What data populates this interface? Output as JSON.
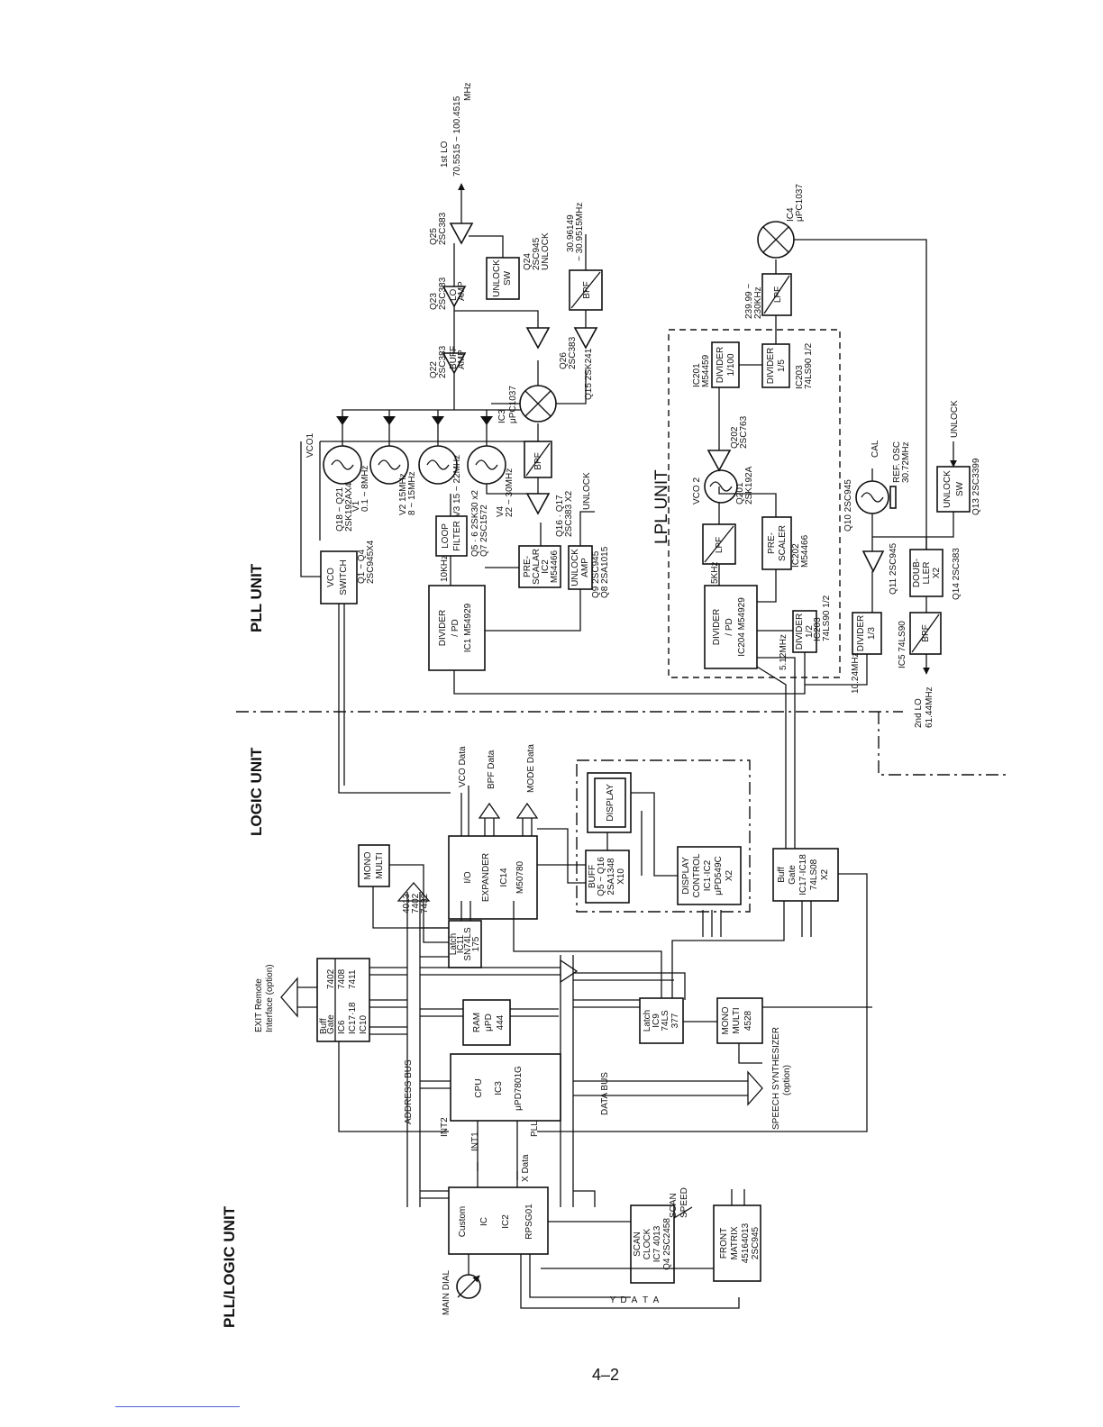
{
  "page_number": "4–2",
  "sections": {
    "pll_logic_unit": "PLL/LOGIC UNIT",
    "logic_unit": "LOGIC UNIT",
    "pll_unit": "PLL UNIT",
    "lpl_unit": "LPL UNIT"
  },
  "blocks": {
    "vco_switch": [
      "VCO",
      "SWITCH"
    ],
    "loop_filter": [
      "LOOP",
      "FILTER"
    ],
    "prescalar": [
      "PRE-",
      "SCALAR",
      "IC2",
      "M54466"
    ],
    "unlock_amp": [
      "UNLOCK",
      "AMP"
    ],
    "divider_pd_ic1": [
      "DIVIDER",
      "/ PD",
      "IC1 M54929"
    ],
    "bpf_upper": "BPF",
    "bpf_mid": "BPF",
    "unlock_sw_upper": [
      "UNLOCK",
      "SW"
    ],
    "lpf_vco2": "LPF",
    "prescaler_ic202": [
      "PRE-",
      "SCALER"
    ],
    "divider_pd_ic204": [
      "DIVIDER",
      "/ PD",
      "IC204 M54929"
    ],
    "divider_ic203": [
      "DIVIDER",
      "1/2"
    ],
    "divider_ic201": [
      "DIVIDER",
      "1/100"
    ],
    "divider_ic203_5": [
      "DIVIDER",
      "1/5"
    ],
    "lpf_ic4": "LPF",
    "divider_ic5": [
      "DIVIDER",
      "1/3"
    ],
    "doubler": [
      "DOUB-",
      "LLER",
      "X2"
    ],
    "bpf_2ndlo": "BPF",
    "unlock_sw_lower": [
      "UNLOCK",
      "SW"
    ],
    "mono_multi_top": [
      "MONO",
      "MULTI"
    ],
    "io_expander": [
      "I/O",
      "EXPANDER",
      "IC14",
      "M50780"
    ],
    "display": "DISPLAY",
    "buff_q5": [
      "BUFF",
      "Q5 ~ Q16",
      "2SA1348",
      "X10"
    ],
    "display_control": [
      "DISPLAY",
      "CONTROL",
      "IC1·IC2",
      "μPD549C",
      "X2"
    ],
    "buff_gate_ic17": [
      "Buff",
      "Gate",
      "IC17·IC18",
      "74LS08",
      "X2"
    ],
    "latch_ic11": [
      "Latch",
      "IC11",
      "SN74LS",
      "175"
    ],
    "buff_gate_ic6": [
      "Buff",
      "Gate",
      "IC6",
      "IC17·18",
      "IC10"
    ],
    "buff_gate_ic6_parts": [
      "7402",
      "7408",
      "7411"
    ],
    "ram": [
      "RAM",
      "μPD",
      "444"
    ],
    "cpu": [
      "CPU",
      "IC3",
      "μPD7801G"
    ],
    "latch_ic9": [
      "Latch",
      "IC9",
      "74LS",
      "377"
    ],
    "mono_multi_bottom": [
      "MONO",
      "MULTI",
      "4528"
    ],
    "custom_ic2": [
      "Custom",
      "IC",
      "IC2",
      "RPSG01"
    ],
    "scan_clock": [
      "SCAN",
      "CLOCK",
      "IC7 4013",
      "Q4 2SC2458"
    ],
    "front_matrix": [
      "FRONT",
      "MATRIX",
      "45164013",
      "2SC945"
    ]
  },
  "labels": {
    "vco1": "VCO1",
    "q1_q4": [
      "Q1 ~ Q4",
      "2SC945X4"
    ],
    "q18_q21": [
      "Q18 ~ Q21",
      "2SK192AX4"
    ],
    "v1": [
      "V1",
      "0.1 ~ 8MHz"
    ],
    "v2": [
      "V2 15MHz",
      "8 ~ 15MHz"
    ],
    "v3": [
      "V3 15 ~ 22MHz"
    ],
    "v4": [
      "V4",
      "22 ~ 30MHz"
    ],
    "ic3_mixer": [
      "IC3",
      "μPC1037"
    ],
    "q22": [
      "Q22",
      "2SC383"
    ],
    "q23": [
      "Q23",
      "2SC383"
    ],
    "q25": [
      "Q25",
      "2SC383"
    ],
    "q24": [
      "Q24",
      "2SC945",
      "UNLOCK"
    ],
    "q26": [
      "Q26",
      "2SC383"
    ],
    "q15": "Q15 2SK241",
    "first_lo": [
      "1st LO",
      "70.5515 ~ 100.4515",
      "MHz"
    ],
    "bpf_freq": [
      "30.96149",
      "~ 30.9515MHz"
    ],
    "buff_amp": [
      "BUFF",
      "AMP"
    ],
    "lo_amp": [
      "LO",
      "AMP"
    ],
    "q5_q6": [
      "Q5 · 6 2SK30 x2",
      "Q7 2SC1572"
    ],
    "q16_q17": [
      "Q16 · Q17",
      "2SC383 X2"
    ],
    "q9_q8": [
      "Q9 2SC945",
      "Q8 2SA1015"
    ],
    "unlock": "UNLOCK",
    "10khz": "10KHz",
    "5khz": "5KHz",
    "vco2": "VCO 2",
    "q201": [
      "Q201",
      "2SK192A"
    ],
    "q202": [
      "Q202",
      "2SC763"
    ],
    "ic201": [
      "IC201",
      "M54459"
    ],
    "ic203_lbl": [
      "IC203",
      "74LS90 1/2"
    ],
    "ic202": [
      "IC202",
      "M54466"
    ],
    "ic203b": [
      "IC203",
      "74LS90 1/2"
    ],
    "ic4": [
      "IC4",
      "μPC1037"
    ],
    "freq_239": [
      "239.99 ~",
      "230KHz"
    ],
    "5_12mhz": "5.12MHz",
    "10_24mhz": "10.24MHz",
    "ic5": "IC5 74LS90",
    "ref_osc": [
      "REF. OSC",
      "30.72MHz"
    ],
    "cal": "CAL",
    "q10": "Q10 2SC945",
    "q11": "Q11 2SC945",
    "q14": "Q14 2SC383",
    "q13": "Q13 2SC3399",
    "second_lo": [
      "2nd LO",
      "61.44MHz"
    ],
    "vco_data": "VCO  Data",
    "bpf_data": "BPF  Data",
    "mode_data": "MODE  Data",
    "mono_parts": [
      "4013",
      "7402",
      "7432"
    ],
    "exit_remote": [
      "EXIT Remote",
      "Interface (option)"
    ],
    "address_bus": "ADDRESS BUS",
    "data_bus": "DATA BUS",
    "int2": "INT2",
    "int1": "INT1",
    "pll": "PLL",
    "x_data": "X Data",
    "speech": [
      "SPEECH  SYNTHESIZER",
      "(option)"
    ],
    "scan_speed": [
      "SCAN",
      "SPEED"
    ],
    "main_dial": "MAIN DIAL",
    "y_data": [
      "Y",
      "D",
      "A",
      "T",
      "A"
    ]
  }
}
